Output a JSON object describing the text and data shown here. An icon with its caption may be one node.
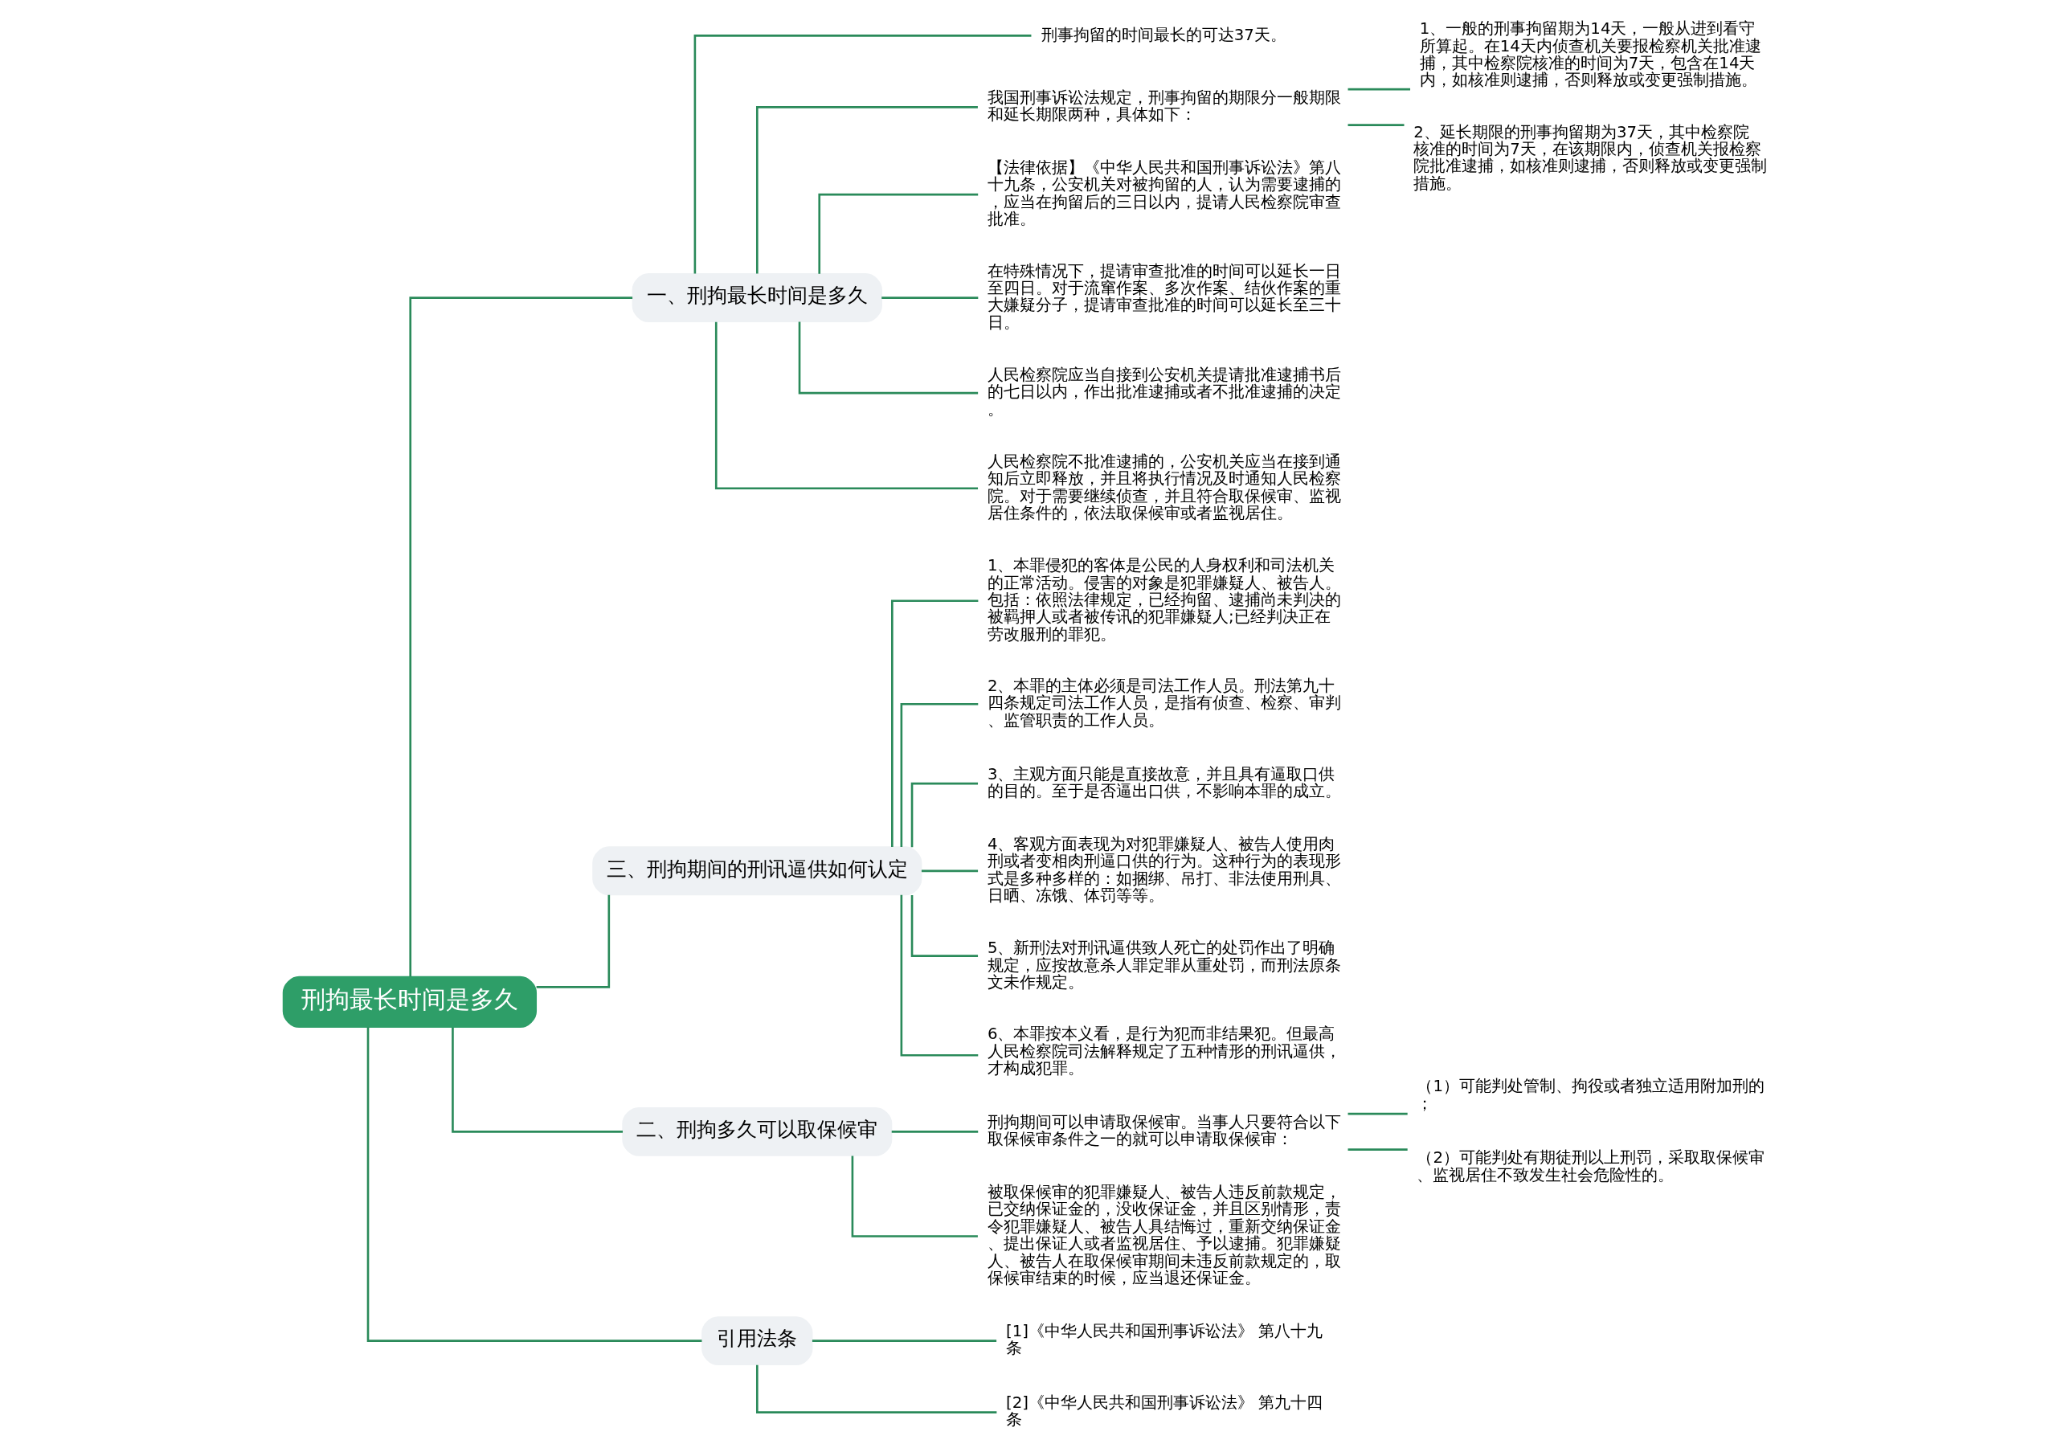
{
  "diagram": {
    "nodes": [
      {
        "text": [
          "刑拘最长时间是多久"
        ]
      },
      {
        "text": [
          "一、刑拘最长时间是多久"
        ]
      },
      {
        "text": [
          "刑事拘留的时间最长的可达37天。"
        ]
      },
      {
        "text": [
          "我国刑事诉讼法规定，刑事拘留的期限分一般期限和延长期限两种，具体如下："
        ]
      },
      {
        "text": [
          "1、一般的刑事拘留期为14天，一般从进到看守所算起。在14天内侦查机关要报检察机关批准逮捕，其中检察院核准的时间为7天，包含在14天内，如核准则逮捕，否则释放或变更强制措施。"
        ]
      },
      {
        "text": [
          "2、延长期限的刑事拘留期为37天，其中检察院核准的时间为7天，在该期限内，侦查机关报检察院批准逮捕，如核准则逮捕，否则释放或变更强制措施。"
        ]
      },
      {
        "text": [
          "【法律依据】《中华人民共和国刑事诉讼法》第八十九条，公安机关对被拘留的人，认为需要逮捕的，应当在拘留后的三日以内，提请人民检察院审查批准。"
        ]
      },
      {
        "text": [
          "在特殊情况下，提请审查批准的时间可以延长一日至四日。对于流窜作案、多次作案、结伙作案的重大嫌疑分子，提请审查批准的时间可以延长至三十日。"
        ]
      },
      {
        "text": [
          "人民检察院应当自接到公安机关提请批准逮捕书后的七日以内，作出批准逮捕或者不批准逮捕的决定。"
        ]
      },
      {
        "text": [
          "人民检察院不批准逮捕的，公安机关应当在接到通知后立即释放，并且将执行情况及时通知人民检察院。对于需要继续侦查，并且符合取保候审、监视居住条件的，依法取保候审或者监视居住。"
        ]
      },
      {
        "text": [
          "三、刑拘期间的刑讯逼供如何认定"
        ]
      },
      {
        "text": [
          "1、本罪侵犯的客体是公民的人身权利和司法机关的正常活动。侵害的对象是犯罪嫌疑人、被告人。包括：依照法律规定，已经拘留、逮捕尚未判决的被羁押人或者被传讯的犯罪嫌疑人;已经判决正在劳改服刑的罪犯。"
        ]
      },
      {
        "text": [
          "2、本罪的主体必须是司法工作人员。刑法第九十四条规定司法工作人员，是指有侦查、检察、审判、监管职责的工作人员。"
        ]
      },
      {
        "text": [
          "3、主观方面只能是直接故意，并且具有逼取口供的目的。至于是否逼出口供，不影响本罪的成立。"
        ]
      },
      {
        "text": [
          "4、客观方面表现为对犯罪嫌疑人、被告人使用肉刑或者变相肉刑逼口供的行为。这种行为的表现形式是多种多样的：如捆绑、吊打、非法使用刑具、日晒、冻饿、体罚等等。"
        ]
      },
      {
        "text": [
          "5、新刑法对刑讯逼供致人死亡的处罚作出了明确规定，应按故意杀人罪定罪从重处罚，而刑法原条文未作规定。"
        ]
      },
      {
        "text": [
          "6、本罪按本义看，是行为犯而非结果犯。但最高人民检察院司法解释规定了五种情形的刑讯逼供，才构成犯罪。"
        ]
      },
      {
        "text": [
          "二、刑拘多久可以取保候审"
        ]
      },
      {
        "text": [
          "刑拘期间可以申请取保候审。当事人只要符合以下取保候审条件之一的就可以申请取保候审："
        ]
      },
      {
        "text": [
          "（1）可能判处管制、拘役或者独立适用附加刑的；"
        ]
      },
      {
        "text": [
          "（2）可能判处有期徒刑以上刑罚，采取取保候审、监视居住不致发生社会危险性的。"
        ]
      },
      {
        "text": [
          "被取保候审的犯罪嫌疑人、被告人违反前款规定，已交纳保证金的，没收保证金，并且区别情形，责令犯罪嫌疑人、被告人具结悔过，重新交纳保证金、提出保证人或者监视居住、予以逮捕。犯罪嫌疑人、被告人在取保候审期间未违反前款规定的，取保候审结束的时候，应当退还保证金。"
        ]
      },
      {
        "text": [
          "引用法条"
        ]
      },
      {
        "text": [
          "[1]《中华人民共和国刑事诉讼法》 第八十九条"
        ]
      },
      {
        "text": [
          "[2]《中华人民共和国刑事诉讼法》 第九十四条"
        ]
      }
    ],
    "edges": [
      {
        "from": 0,
        "to": 1,
        "arrow": "none"
      },
      {
        "from": 1,
        "to": 2,
        "arrow": "none"
      },
      {
        "from": 1,
        "to": 3,
        "arrow": "none"
      },
      {
        "from": 3,
        "to": 4,
        "arrow": "none"
      },
      {
        "from": 3,
        "to": 5,
        "arrow": "none"
      },
      {
        "from": 1,
        "to": 6,
        "arrow": "none"
      },
      {
        "from": 1,
        "to": 7,
        "arrow": "none"
      },
      {
        "from": 1,
        "to": 8,
        "arrow": "none"
      },
      {
        "from": 1,
        "to": 9,
        "arrow": "none"
      },
      {
        "from": 0,
        "to": 10,
        "arrow": "none"
      },
      {
        "from": 10,
        "to": 11,
        "arrow": "none"
      },
      {
        "from": 10,
        "to": 12,
        "arrow": "none"
      },
      {
        "from": 10,
        "to": 13,
        "arrow": "none"
      },
      {
        "from": 10,
        "to": 14,
        "arrow": "none"
      },
      {
        "from": 10,
        "to": 15,
        "arrow": "none"
      },
      {
        "from": 10,
        "to": 16,
        "arrow": "none"
      },
      {
        "from": 0,
        "to": 17,
        "arrow": "none"
      },
      {
        "from": 17,
        "to": 18,
        "arrow": "none"
      },
      {
        "from": 18,
        "to": 19,
        "arrow": "none"
      },
      {
        "from": 18,
        "to": 20,
        "arrow": "none"
      },
      {
        "from": 17,
        "to": 21,
        "arrow": "none"
      },
      {
        "from": 0,
        "to": 22,
        "arrow": "none"
      },
      {
        "from": 22,
        "to": 23,
        "arrow": "none"
      },
      {
        "from": 22,
        "to": 24,
        "arrow": "none"
      }
    ]
  }
}
